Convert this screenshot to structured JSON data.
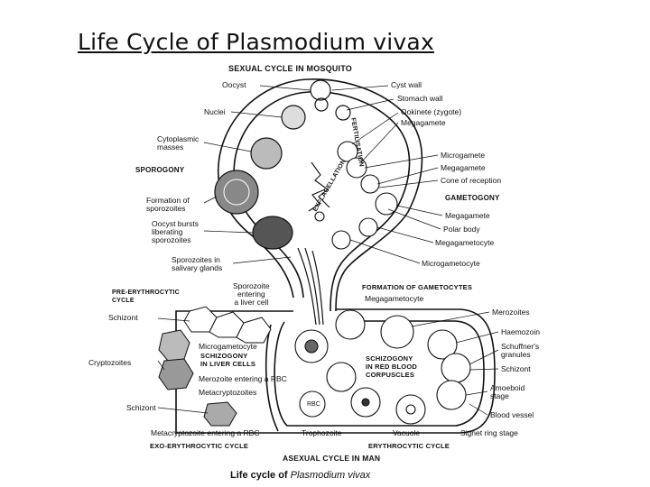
{
  "slide": {
    "title": "Life Cycle of Plasmodium vivax"
  },
  "diagram": {
    "headers": {
      "sexual_cycle": "SEXUAL CYCLE IN MOSQUITO",
      "sporogony": "SPOROGONY",
      "gametogony": "GAMETOGONY",
      "pre_erythrocytic": "PRE-ERYTHROCYTIC\nCYCLE",
      "formation_of_gametocytes": "FORMATION OF GAMETOCYTES",
      "schizogony_liver": "SCHIZOGONY\nIN LIVER CELLS",
      "schizogony_rbc": "SCHIZOGONY\nIN RED BLOOD\nCORPUSCLES",
      "exo_erythrocytic": "EXO-ERYTHROCYTIC CYCLE",
      "erythrocytic": "ERYTHROCYTIC CYCLE",
      "asexual_cycle": "ASEXUAL CYCLE IN MAN"
    },
    "labels_left": {
      "oocyst": "Oocyst",
      "nuclei": "Nuclei",
      "cytoplasmic_masses": "Cytoplasmic\nmasses",
      "formation_of_sporozoites": "Formation of\nsporozoites",
      "oocyst_bursts": "Oocyst bursts\nliberating\nsporozoites",
      "sporozoites_in_salivary": "Sporozoites in\nsalivary glands",
      "schizont_top": "Schizont",
      "cryptozoites": "Cryptozoites",
      "schizont_bottom": "Schizont"
    },
    "labels_right": {
      "cyst_wall": "Cyst wall",
      "stomach_wall": "Stomach wall",
      "ookinete": "Ookinete (zygote)",
      "megagamete_1": "Megagamete",
      "microgamete": "Microgamete",
      "megagamete_2": "Megagamete",
      "cone_of_reception": "Cone of reception",
      "megagamete_3": "Megagamete",
      "polar_body": "Polar body",
      "megagametocyte": "Megagametocyte",
      "microgametocyte": "Microgametocyte",
      "merozoites": "Merozoites",
      "haemozoin": "Haemozoin",
      "schuffner": "Schuffner's\ngranules",
      "schizont": "Schizont",
      "amoeboid": "Amoeboid\nstage",
      "blood_vessel": "Blood vessel"
    },
    "labels_center": {
      "fertilisation": "FERTILISATION",
      "exflagellation": "EXFLAGELLATION",
      "sporozoite_entering": "Sporozoite\nentering\na liver cell",
      "megagametocyte": "Megagametocyte",
      "microgametocyte": "Microgametocyte",
      "merozoite_entering": "Merozoite entering a RBC",
      "metacryptozoites": "Metacryptozoites",
      "rbc": "RBC",
      "metacryptozoite_entering": "Metacryptozoite entering a RBC",
      "trophozoite": "Trophozoite",
      "vacuole": "Vacuole",
      "signet_ring": "Signet ring stage"
    },
    "caption_prefix": "Life cycle of ",
    "caption_species": "Plasmodium vivax"
  }
}
